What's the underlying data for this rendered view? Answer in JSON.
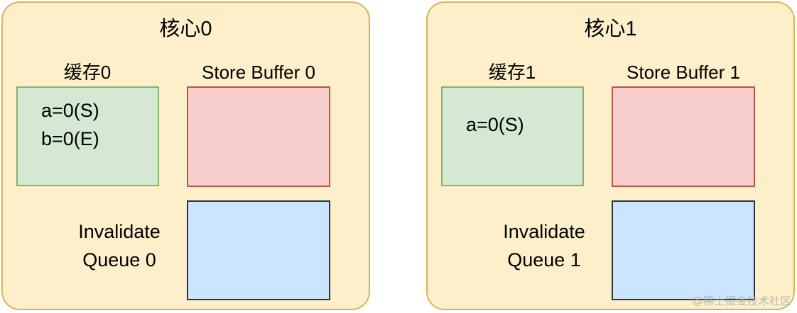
{
  "diagram": {
    "title_text": "MESI cache coherence two-core state diagram",
    "colors": {
      "panel_fill": "#fcefc9",
      "panel_border": "#d6b656",
      "cache_fill": "#d5e8d4",
      "cache_border": "#82b366",
      "store_buffer_fill": "#f8cecc",
      "store_buffer_border": "#b85450",
      "invalidate_queue_fill": "#cce5ff",
      "invalidate_queue_border": "#333333",
      "background": "#ffffff",
      "text": "#000000",
      "watermark": "#9aa7b4"
    }
  },
  "cores": [
    {
      "id": "core-0",
      "title": "核心0",
      "cache_label": "缓存0",
      "store_buffer_label": "Store Buffer 0",
      "cache_entries": [
        "a=0(S)",
        "b=0(E)"
      ],
      "store_buffer_entries": [],
      "invalidate_queue_label_lines": [
        "Invalidate",
        "Queue 0"
      ],
      "invalidate_queue_entries": []
    },
    {
      "id": "core-1",
      "title": "核心1",
      "cache_label": "缓存1",
      "store_buffer_label": "Store Buffer 1",
      "cache_entries": [
        "a=0(S)"
      ],
      "store_buffer_entries": [],
      "invalidate_queue_label_lines": [
        "Invalidate",
        "Queue 1"
      ],
      "invalidate_queue_entries": []
    }
  ],
  "watermark": {
    "text": "@稀土掘金技术社区"
  }
}
